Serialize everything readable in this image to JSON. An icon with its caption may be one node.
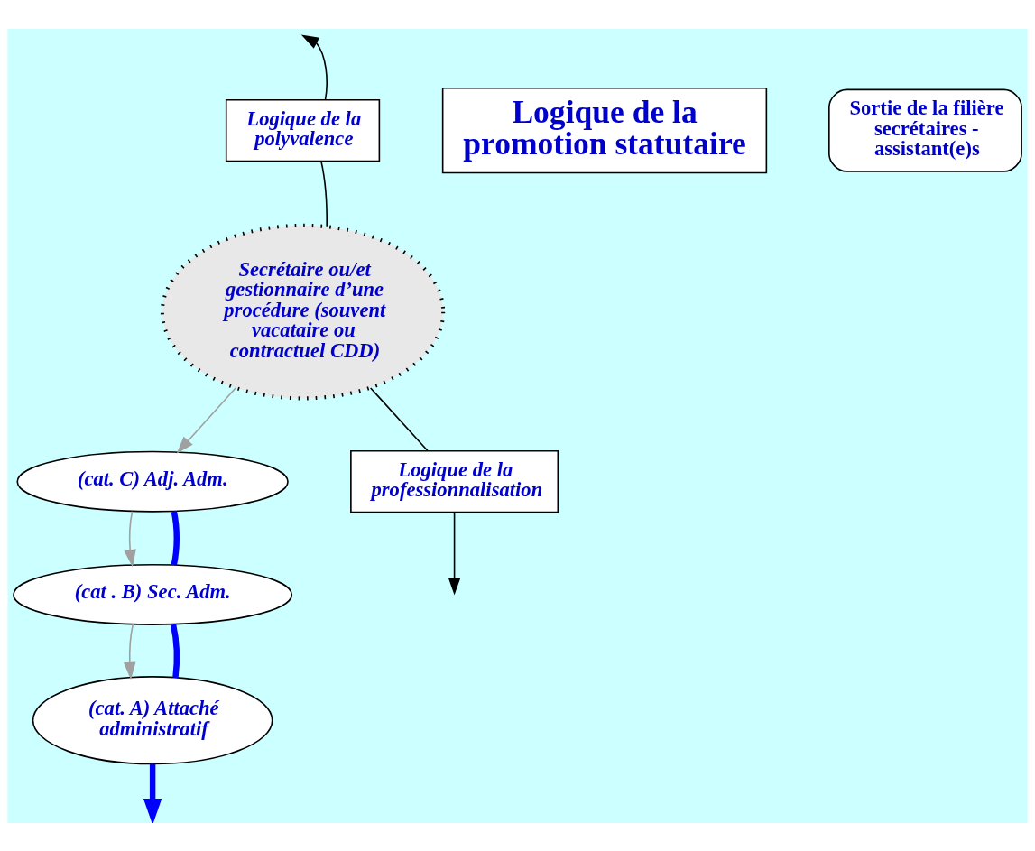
{
  "diagram": {
    "nodes": [
      {
        "text": [
          "Logique de la polyvalence"
        ]
      },
      {
        "text": [
          "Logique de la promotion statutaire"
        ]
      },
      {
        "text": [
          "Secrétaire ou/et gestionnaire d’une procédure (souvent vacataire ou contractuel CDD)"
        ]
      },
      {
        "text": [
          "(cat. C) Adj. Adm."
        ]
      },
      {
        "text": [
          "(cat . B) Sec. Adm."
        ]
      },
      {
        "text": [
          "(cat. A) Attaché administratif"
        ]
      },
      {
        "text": [
          "Sortie de la filière secrétaires - assistant(e)s"
        ]
      },
      {
        "text": [
          "Logique de la professionnalisation"
        ]
      }
    ],
    "edges": [
      {
        "from": 0,
        "to": null,
        "arrow": "to"
      },
      {
        "from": 2,
        "to": 0,
        "arrow": "none"
      },
      {
        "from": 2,
        "to": 7,
        "arrow": "none"
      },
      {
        "from": 7,
        "to": null,
        "arrow": "to"
      },
      {
        "from": 2,
        "to": 3,
        "arrow": "to",
        "color": "#a0a0a0"
      },
      {
        "from": 3,
        "to": 4,
        "arrow": "to",
        "color": "#a0a0a0"
      },
      {
        "from": 4,
        "to": 5,
        "arrow": "to",
        "color": "#a0a0a0"
      },
      {
        "from": 3,
        "to": 4,
        "arrow": "none",
        "color": "#0000ff",
        "style": "thick"
      },
      {
        "from": 4,
        "to": 5,
        "arrow": "none",
        "color": "#0000ff",
        "style": "thick"
      },
      {
        "from": 5,
        "to": null,
        "arrow": "to",
        "color": "#0000ff",
        "style": "thick"
      }
    ]
  }
}
